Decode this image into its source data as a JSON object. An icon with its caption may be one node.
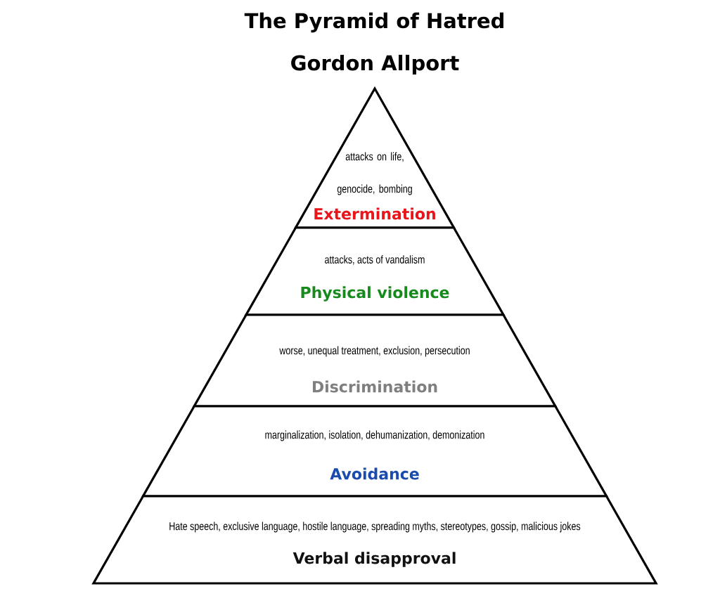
{
  "diagram": {
    "title": "The Pyramid of Hatred",
    "nodes": [
      {
        "text": [
          "attacks on life, genocide, bombing",
          "Extermination"
        ]
      },
      {
        "text": [
          "attacks, acts of vandalism",
          "Physical violence"
        ]
      },
      {
        "text": [
          "worse, unequal treatment, exclusion, persecution",
          "Discrimination"
        ]
      },
      {
        "text": [
          "marginalization, isolation, dehumanization, demonization",
          "Avoidance"
        ]
      },
      {
        "text": [
          "Hate speech, exclusive language, hostile language, spreading myths, stereotypes, gossip, malicious jokes",
          "Verbal disapproval"
        ]
      }
    ],
    "labels": [
      "Gordon Allport"
    ]
  }
}
